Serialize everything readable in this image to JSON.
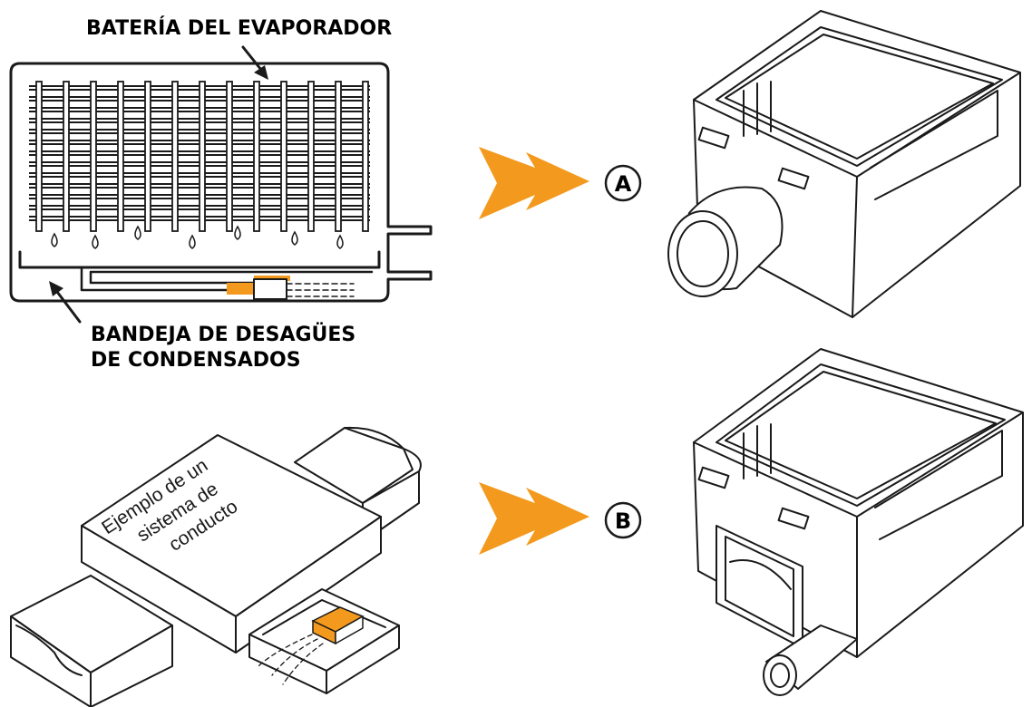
{
  "labels": {
    "evaporator": "BATERÍA DEL EVAPORADOR",
    "tray_line1": "BANDEJA DE DESAGÜES",
    "tray_line2": "DE CONDENSADOS",
    "duct_line1": "Ejemplo de un",
    "duct_line2": "sistema de",
    "duct_line3": "conducto",
    "option_a": "A",
    "option_b": "B"
  },
  "colors": {
    "accent": "#f39a1e",
    "line": "#1a1a1a",
    "background": "#ffffff"
  },
  "icons": [
    "arrow-right-icon",
    "water-drop-icon",
    "leader-arrow-icon"
  ]
}
